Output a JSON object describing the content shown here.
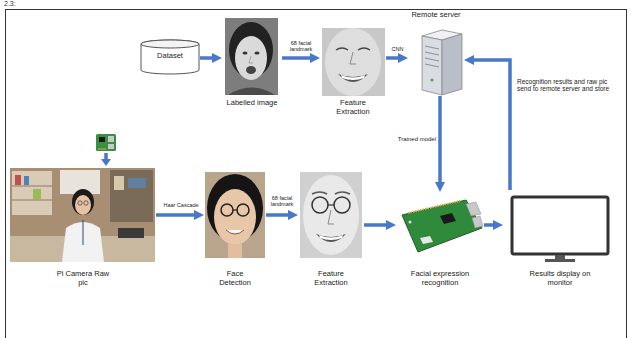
{
  "diagram": {
    "nodes": [
      {
        "text": [
          "Dataset"
        ]
      },
      {
        "text": [
          "Labelled image"
        ]
      },
      {
        "text": [
          "Feature Extraction"
        ]
      },
      {
        "text": [
          "Remote server"
        ]
      },
      {
        "text": [
          "Pi Camera Raw pic"
        ]
      },
      {
        "text": [
          "Face Detection"
        ]
      },
      {
        "text": [
          "Feature Extraction"
        ]
      },
      {
        "text": [
          "Facial expression recognition"
        ]
      },
      {
        "text": [
          "Results display on monitor"
        ]
      }
    ],
    "edges": [
      {
        "from": 0,
        "to": 1,
        "arrow": "to"
      },
      {
        "from": 1,
        "to": 2,
        "label": "68 facial landmark",
        "arrow": "to"
      },
      {
        "from": 2,
        "to": 3,
        "label": "CNN",
        "arrow": "to"
      },
      {
        "from": 4,
        "to": 5,
        "label": "Haar Cascade",
        "arrow": "to"
      },
      {
        "from": 5,
        "to": 6,
        "label": "68 facial landmark",
        "arrow": "to"
      },
      {
        "from": 6,
        "to": 7,
        "arrow": "to"
      },
      {
        "from": 3,
        "to": 7,
        "label": "Trained model",
        "arrow": "to"
      },
      {
        "from": 7,
        "to": 8,
        "arrow": "to"
      },
      {
        "from": 8,
        "to": 3,
        "label": "Recognition results and raw pic send to remote server and store",
        "arrow": "to"
      }
    ],
    "labels": [
      "2.3:"
    ]
  }
}
